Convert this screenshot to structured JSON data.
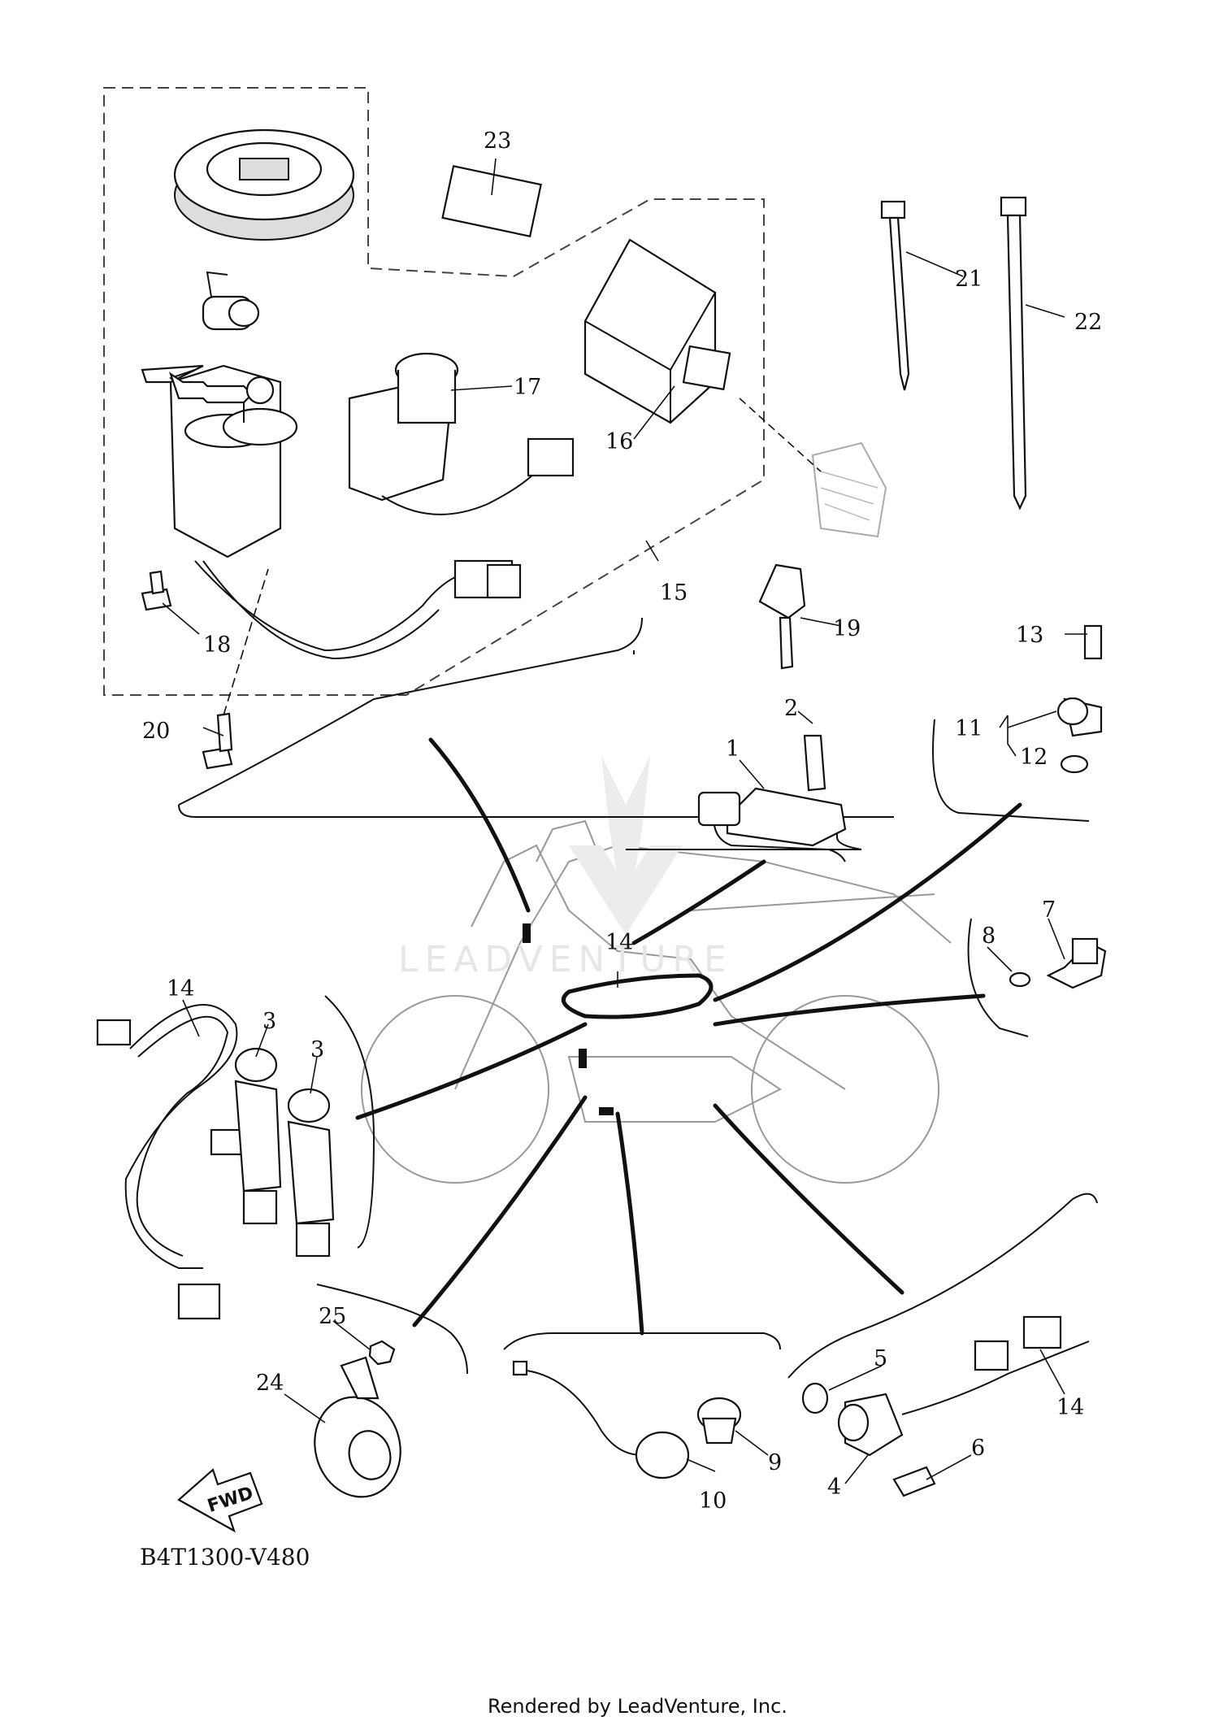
{
  "diagram_code": "B4T1300-V480",
  "footer": "Rendered by LeadVenture, Inc.",
  "watermark": "LEADVENTURE",
  "fwd_label": "FWD",
  "callouts": {
    "c1": "1",
    "c2": "2",
    "c3a": "3",
    "c3b": "3",
    "c4": "4",
    "c5": "5",
    "c6": "6",
    "c7": "7",
    "c8": "8",
    "c9": "9",
    "c10": "10",
    "c11": "11",
    "c12": "12",
    "c13": "13",
    "c14a": "14",
    "c14b": "14",
    "c14c": "14",
    "c15": "15",
    "c16": "16",
    "c17": "17",
    "c18": "18",
    "c19": "19",
    "c20": "20",
    "c21": "21",
    "c22": "22",
    "c23": "23",
    "c24": "24",
    "c25": "25"
  }
}
